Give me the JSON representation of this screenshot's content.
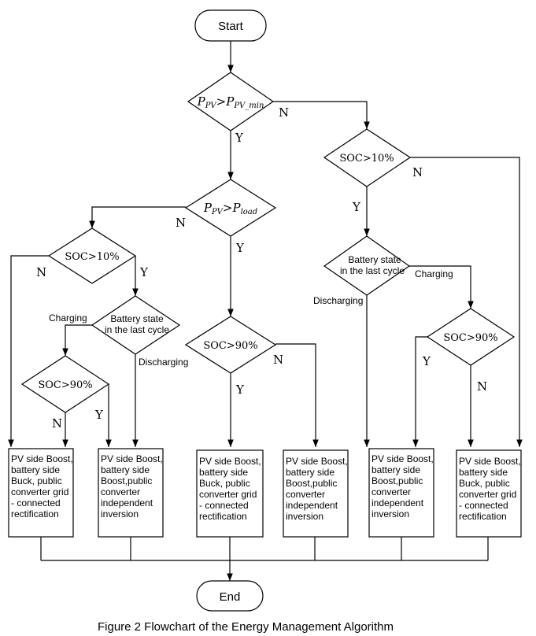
{
  "terminals": {
    "start": "Start",
    "end": "End"
  },
  "d1": {
    "lhs": "P",
    "lhs_sub": "PV",
    "op": ">",
    "rhs": "P",
    "rhs_sub": "PV_min"
  },
  "d2": {
    "lhs": "P",
    "lhs_sub": "PV",
    "op": ">",
    "rhs": "P",
    "rhs_sub": "load"
  },
  "decisions": {
    "soc10_left": "SOC>10%",
    "soc10_right": "SOC>10%",
    "soc90_left": "SOC>90%",
    "soc90_mid": "SOC>90%",
    "soc90_right": "SOC>90%",
    "battery_left": [
      "Battery state",
      "in the last cycle"
    ],
    "battery_right": [
      "Battery state",
      "in the last cycle"
    ]
  },
  "labels": {
    "y": "Y",
    "n": "N",
    "charging": "Charging",
    "discharging": "Discharging"
  },
  "boxes": [
    [
      "PV side Boost,",
      "battery side",
      "Buck, public",
      "converter grid",
      "- connected",
      "rectification"
    ],
    [
      "PV side Boost,",
      "battery side",
      "Boost,public",
      "converter",
      "independent",
      "inversion"
    ],
    [
      "PV side Boost,",
      "battery side",
      "Buck, public",
      "converter grid",
      "- connected",
      "rectification"
    ],
    [
      "PV side Boost,",
      "battery side",
      "Boost,public",
      "converter",
      "independent",
      "inversion"
    ],
    [
      "PV side Boost,",
      "battery side",
      "Boost,public",
      "converter",
      "independent",
      "inversion"
    ],
    [
      "PV side Boost,",
      "battery side",
      "Buck, public",
      "converter grid",
      "- connected",
      "rectification"
    ]
  ],
  "caption": "Figure 2 Flowchart of the Energy Management Algorithm"
}
